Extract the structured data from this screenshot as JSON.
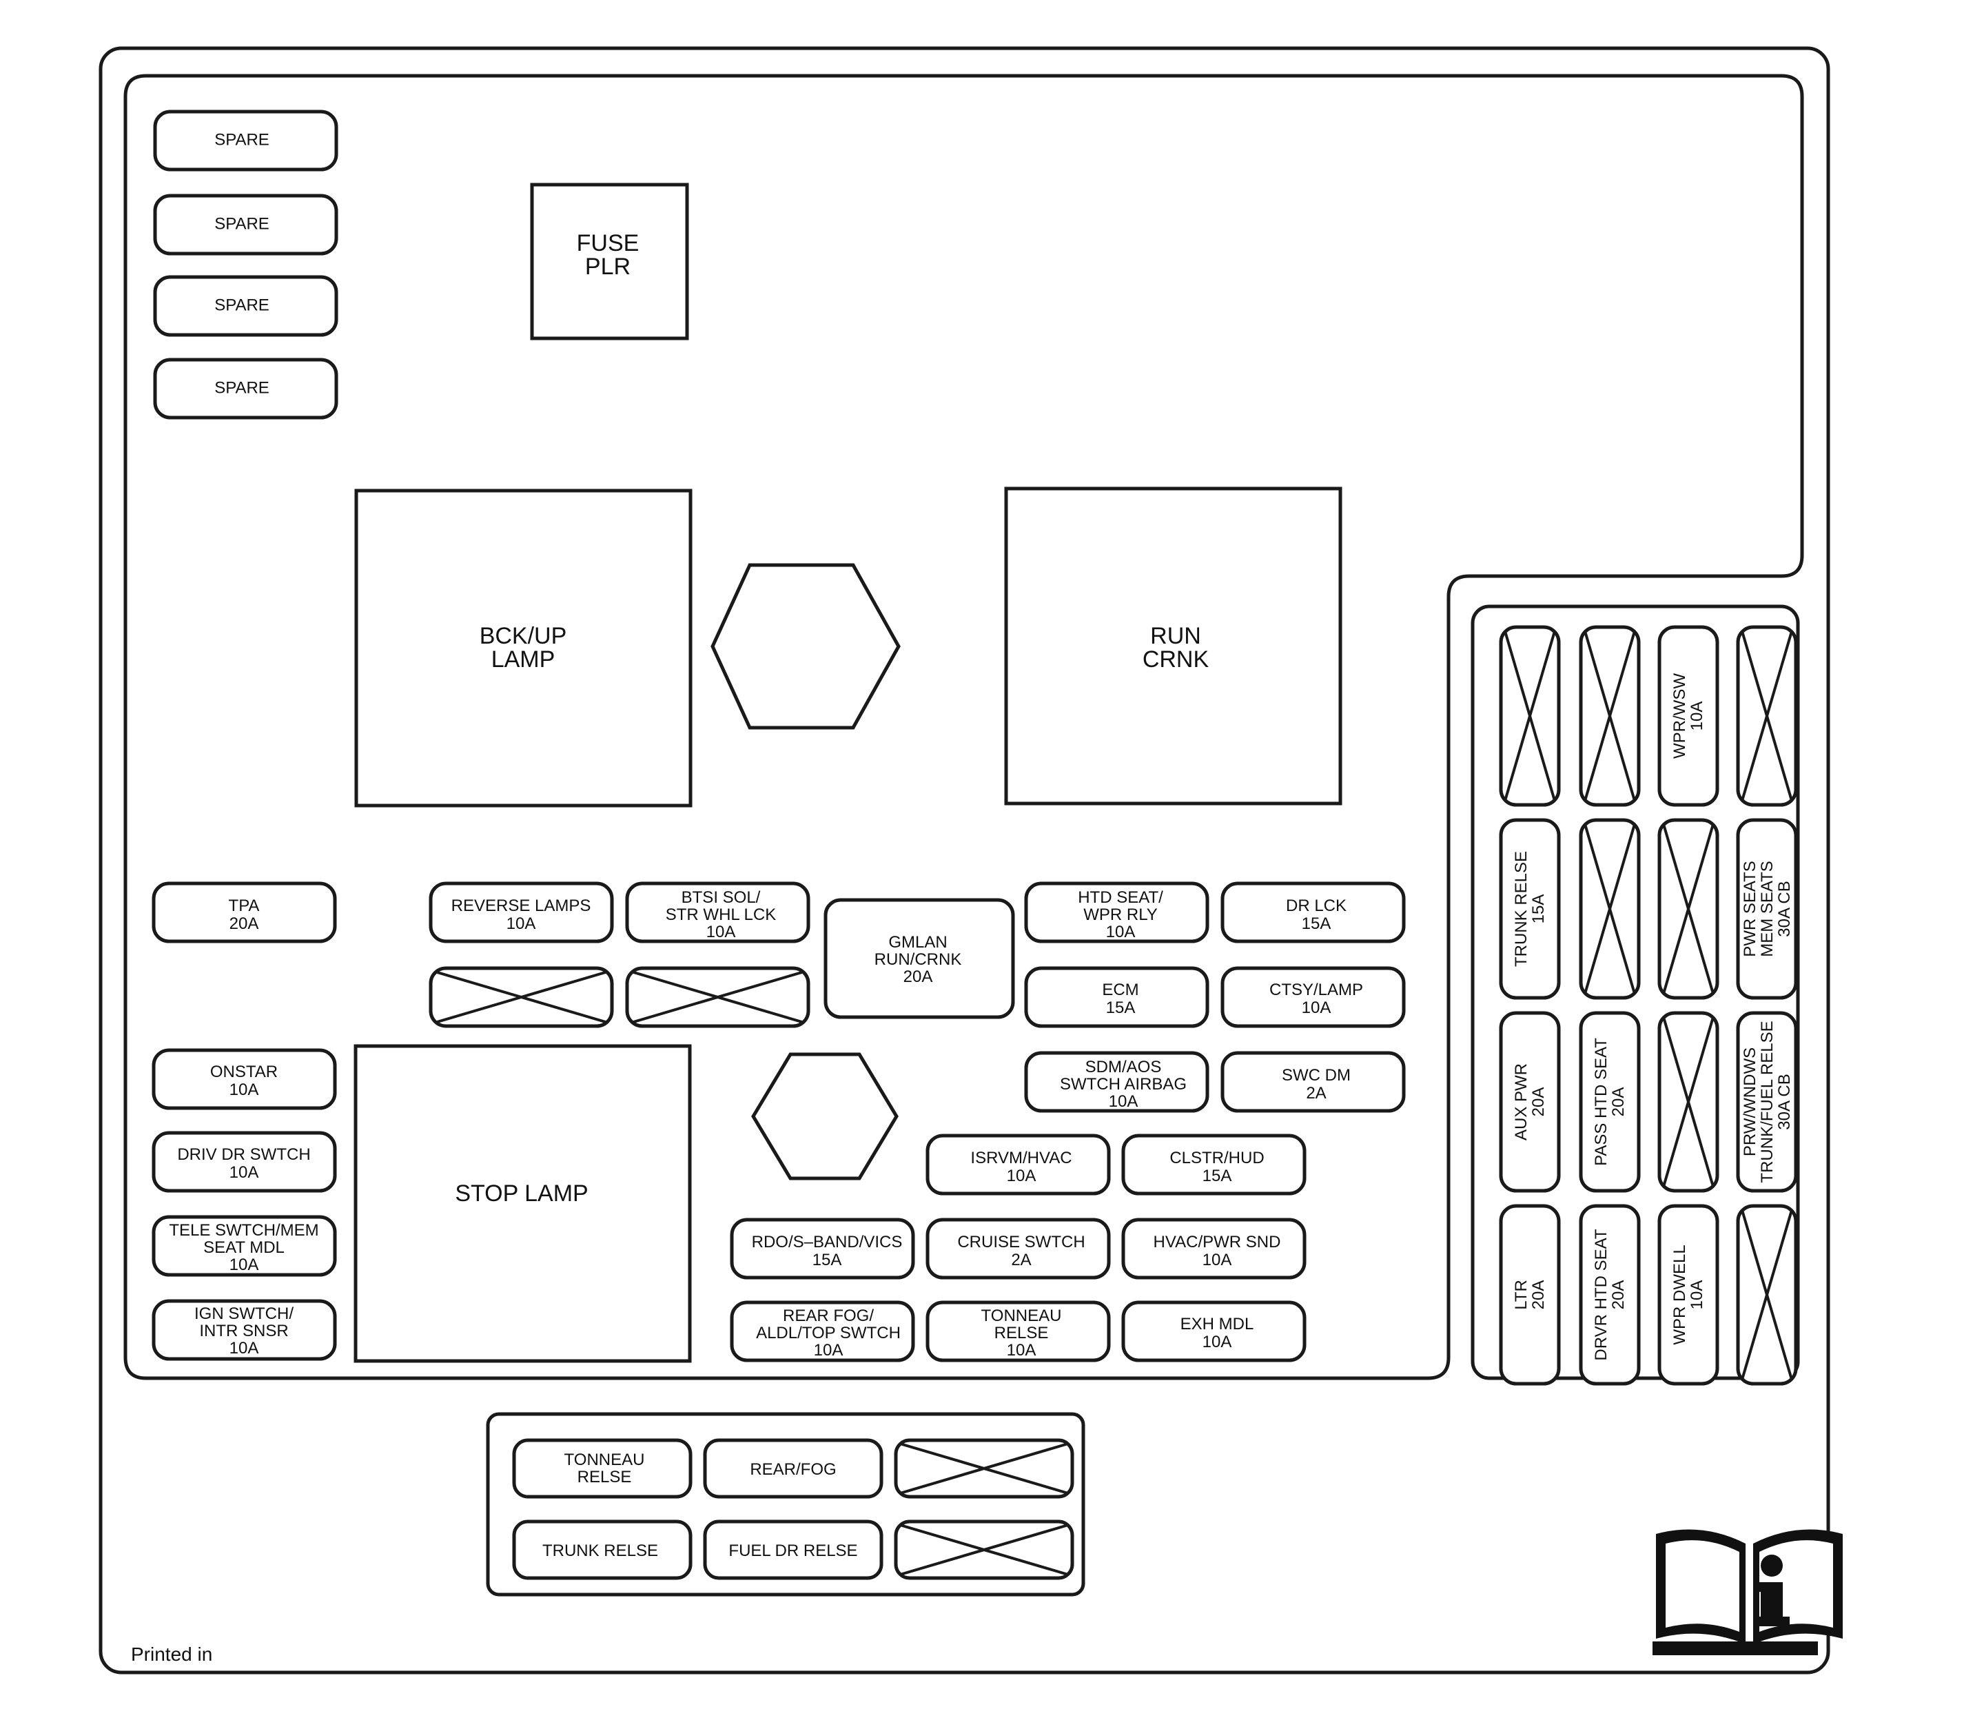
{
  "labels": {
    "spare_1": "SPARE",
    "spare_2": "SPARE",
    "spare_3": "SPARE",
    "spare_4": "SPARE",
    "fuse_plr_l1": "FUSE",
    "fuse_plr_l2": "PLR",
    "backup_l1": "BCK/UP",
    "backup_l2": "LAMP",
    "run_l1": "RUN",
    "run_l2": "CRNK",
    "stop_lamp": "STOP LAMP",
    "tpa_l1": "TPA",
    "tpa_l2": "20A",
    "rev_l1": "REVERSE LAMPS",
    "rev_l2": "10A",
    "btsi_l1": "BTSI SOL/",
    "btsi_l2": "STR WHL LCK",
    "btsi_l3": "10A",
    "gmlan_l1": "GMLAN",
    "gmlan_l2": "RUN/CRNK",
    "gmlan_l3": "20A",
    "htd_l1": "HTD SEAT/",
    "htd_l2": "WPR RLY",
    "htd_l3": "10A",
    "drlck_l1": "DR LCK",
    "drlck_l2": "15A",
    "ecm_l1": "ECM",
    "ecm_l2": "15A",
    "ctsy_l1": "CTSY/LAMP",
    "ctsy_l2": "10A",
    "onstar_l1": "ONSTAR",
    "onstar_l2": "10A",
    "sdm_l1": "SDM/AOS",
    "sdm_l2": "SWTCH AIRBAG",
    "sdm_l3": "10A",
    "swc_l1": "SWC DM",
    "swc_l2": "2A",
    "drivdr_l1": "DRIV DR SWTCH",
    "drivdr_l2": "10A",
    "isrvm_l1": "ISRVM/HVAC",
    "isrvm_l2": "10A",
    "clstr_l1": "CLSTR/HUD",
    "clstr_l2": "15A",
    "tele_l1": "TELE SWTCH/MEM",
    "tele_l2": "SEAT MDL",
    "tele_l3": "10A",
    "rdo_l1": "RDO/S–BAND/VICS",
    "rdo_l2": "15A",
    "cruise_l1": "CRUISE SWTCH",
    "cruise_l2": "2A",
    "hvacpwr_l1": "HVAC/PWR SND",
    "hvacpwr_l2": "10A",
    "ign_l1": "IGN SWTCH/",
    "ign_l2": "INTR SNSR",
    "ign_l3": "10A",
    "rearfog_l1": "REAR FOG/",
    "rearfog_l2": "ALDL/TOP SWTCH",
    "rearfog_l3": "10A",
    "tonneau_l1": "TONNEAU",
    "tonneau_l2": "RELSE",
    "tonneau_l3": "10A",
    "exh_l1": "EXH MDL",
    "exh_l2": "10A",
    "relay_tonneau_l1": "TONNEAU",
    "relay_tonneau_l2": "RELSE",
    "relay_rearfog": "REAR/FOG",
    "relay_trunk": "TRUNK RELSE",
    "relay_fueldr": "FUEL DR RELSE",
    "wprwsw_l1": "WPR/WSW",
    "wprwsw_l2": "10A",
    "trunkrelse_l1": "TRUNK RELSE",
    "trunkrelse_l2": "15A",
    "pwrseats_l1": "PWR SEATS",
    "pwrseats_l2": "MEM SEATS",
    "pwrseats_l3": "30A CB",
    "auxpwr_l1": "AUX PWR",
    "auxpwr_l2": "20A",
    "passhtd_l1": "PASS HTD SEAT",
    "passhtd_l2": "20A",
    "prw_l1": "PRW/WNDWS",
    "prw_l2": "TRUNK/FUEL RELSE",
    "prw_l3": "30A CB",
    "ltr_l1": "LTR",
    "ltr_l2": "20A",
    "drvrhtd_l1": "DRVR HTD SEAT",
    "drvrhtd_l2": "20A",
    "wprdwell_l1": "WPR DWELL",
    "wprdwell_l2": "10A",
    "printed": "Printed in"
  },
  "icons": {
    "manual": "owner-manual-info-icon"
  },
  "colors": {
    "line": "#1a1a1a",
    "background": "#ffffff"
  }
}
